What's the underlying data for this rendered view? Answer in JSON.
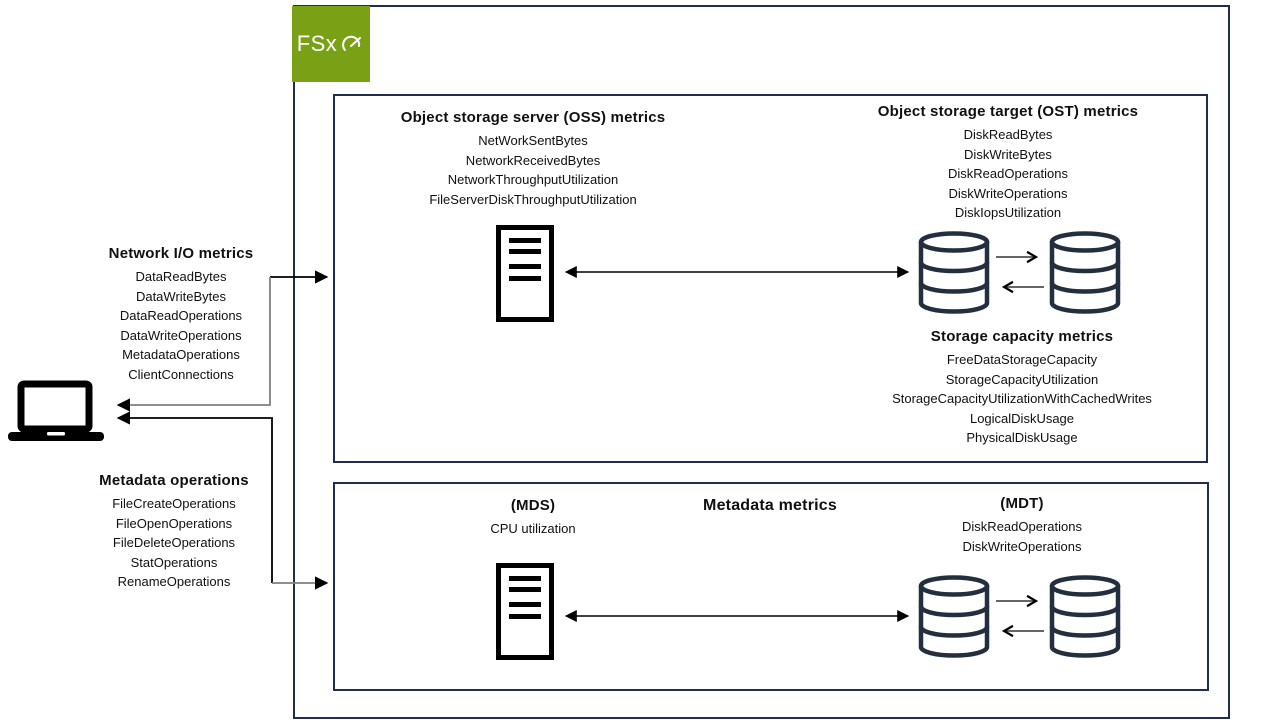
{
  "logo": {
    "label": "FSx",
    "color": "#7aa116",
    "icon": "gauge-icon"
  },
  "client": {
    "icon": "laptop-icon",
    "network_io": {
      "title": "Network I/O metrics",
      "items": [
        "DataReadBytes",
        "DataWriteBytes",
        "DataReadOperations",
        "DataWriteOperations",
        "MetadataOperations",
        "ClientConnections"
      ]
    },
    "metadata_ops": {
      "title": "Metadata operations",
      "items": [
        "FileCreateOperations",
        "FileOpenOperations",
        "FileDeleteOperations",
        "StatOperations",
        "RenameOperations"
      ]
    }
  },
  "oss_box": {
    "oss": {
      "title": "Object storage server (OSS) metrics",
      "items": [
        "NetWorkSentBytes",
        "NetworkReceivedBytes",
        "NetworkThroughputUtilization",
        "FileServerDiskThroughputUtilization"
      ]
    },
    "ost": {
      "title": "Object storage target (OST) metrics",
      "items": [
        "DiskReadBytes",
        "DiskWriteBytes",
        "DiskReadOperations",
        "DiskWriteOperations",
        "DiskIopsUtilization"
      ]
    },
    "storage_capacity": {
      "title": "Storage capacity metrics",
      "items": [
        "FreeDataStorageCapacity",
        "StorageCapacityUtilization",
        "StorageCapacityUtilizationWithCachedWrites",
        "LogicalDiskUsage",
        "PhysicalDiskUsage"
      ]
    }
  },
  "metadata_box": {
    "title": "Metadata metrics",
    "mds": {
      "title": "(MDS)",
      "items": [
        "CPU utilization"
      ]
    },
    "mdt": {
      "title": "(MDT)",
      "items": [
        "DiskReadOperations",
        "DiskWriteOperations"
      ]
    }
  },
  "icons": [
    "laptop-icon",
    "server-icon",
    "database-icon",
    "gauge-icon"
  ],
  "colors": {
    "accent_green": "#7aa116",
    "box_border": "#1e2d50",
    "icon_navy": "#232f3e",
    "connector_gray": "#7f7f7f",
    "connector_black": "#000000"
  }
}
